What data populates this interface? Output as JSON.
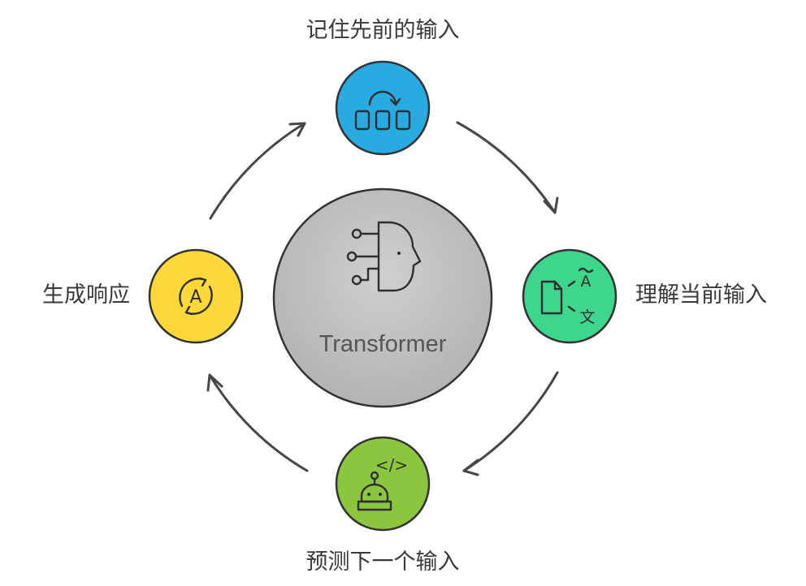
{
  "center": {
    "title": "Transformer",
    "icon": "ai-head-icon",
    "fill": "#bcbcbc"
  },
  "steps": [
    {
      "id": "remember",
      "label": "记住先前的输入",
      "icon": "memory-boxes-icon",
      "color": "#29abe2"
    },
    {
      "id": "understand",
      "label": "理解当前输入",
      "icon": "translate-icon",
      "glyph_top": "A",
      "glyph_bottom": "文",
      "color": "#3dd68c"
    },
    {
      "id": "predict",
      "label": "预测下一个输入",
      "icon": "robot-code-icon",
      "glyph": "</>",
      "color": "#8cc63f"
    },
    {
      "id": "respond",
      "label": "生成响应",
      "icon": "cycle-a-icon",
      "glyph": "A",
      "color": "#fcd83a"
    }
  ],
  "flow": "clockwise"
}
